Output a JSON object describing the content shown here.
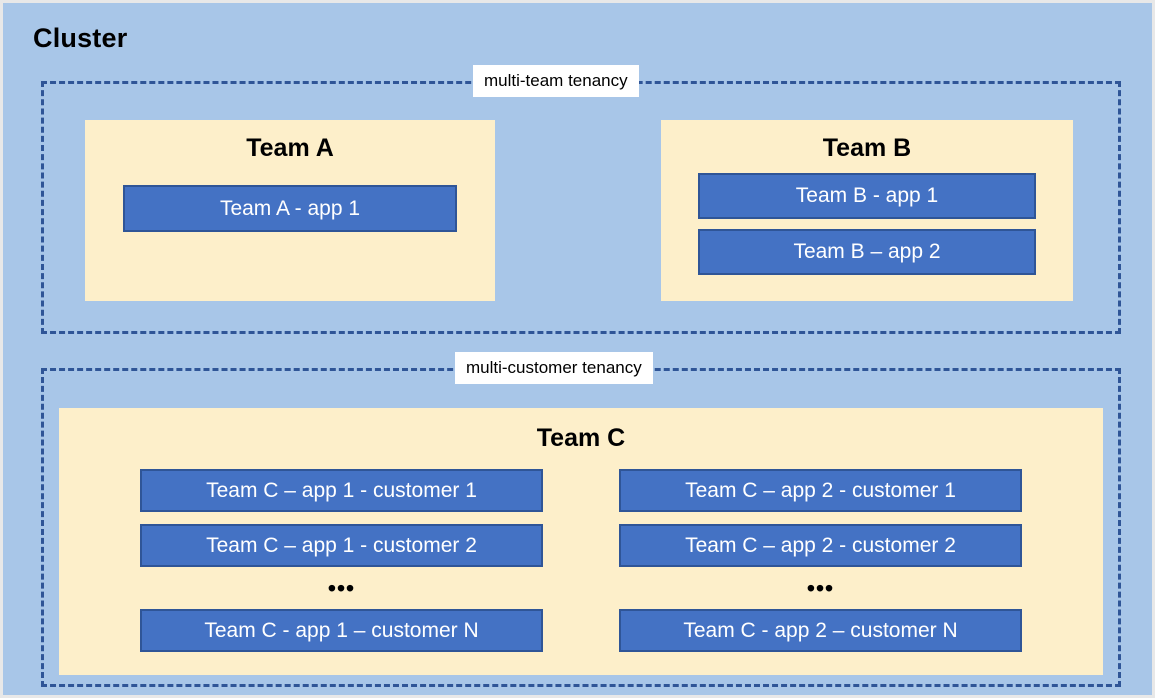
{
  "diagram": {
    "title": "Cluster",
    "colors": {
      "background": "#a8c6e8",
      "team_panel": "#fdefca",
      "app_box_fill": "#4472c4",
      "app_box_border": "#2f5597",
      "dashed_border": "#2f5597",
      "label_chip": "#ffffff",
      "text_dark": "#000000",
      "text_light": "#ffffff"
    },
    "zones": [
      {
        "id": "multi-team",
        "label": "multi-team tenancy",
        "teams": [
          {
            "id": "team-a",
            "title": "Team A",
            "apps": [
              {
                "label": "Team A - app 1"
              }
            ]
          },
          {
            "id": "team-b",
            "title": "Team B",
            "apps": [
              {
                "label": "Team B - app 1"
              },
              {
                "label": "Team B – app 2"
              }
            ]
          }
        ]
      },
      {
        "id": "multi-customer",
        "label": "multi-customer tenancy",
        "teams": [
          {
            "id": "team-c",
            "title": "Team C",
            "columns": [
              {
                "id": "team-c-app-1",
                "apps": [
                  {
                    "label": "Team C – app 1 - customer 1"
                  },
                  {
                    "label": "Team C – app 1 - customer 2"
                  }
                ],
                "ellipsis": "•••",
                "last_app": {
                  "label": "Team C - app 1 – customer N"
                }
              },
              {
                "id": "team-c-app-2",
                "apps": [
                  {
                    "label": "Team C – app 2 - customer 1"
                  },
                  {
                    "label": "Team C – app 2 - customer 2"
                  }
                ],
                "ellipsis": "•••",
                "last_app": {
                  "label": "Team C - app 2 – customer N"
                }
              }
            ]
          }
        ]
      }
    ]
  }
}
